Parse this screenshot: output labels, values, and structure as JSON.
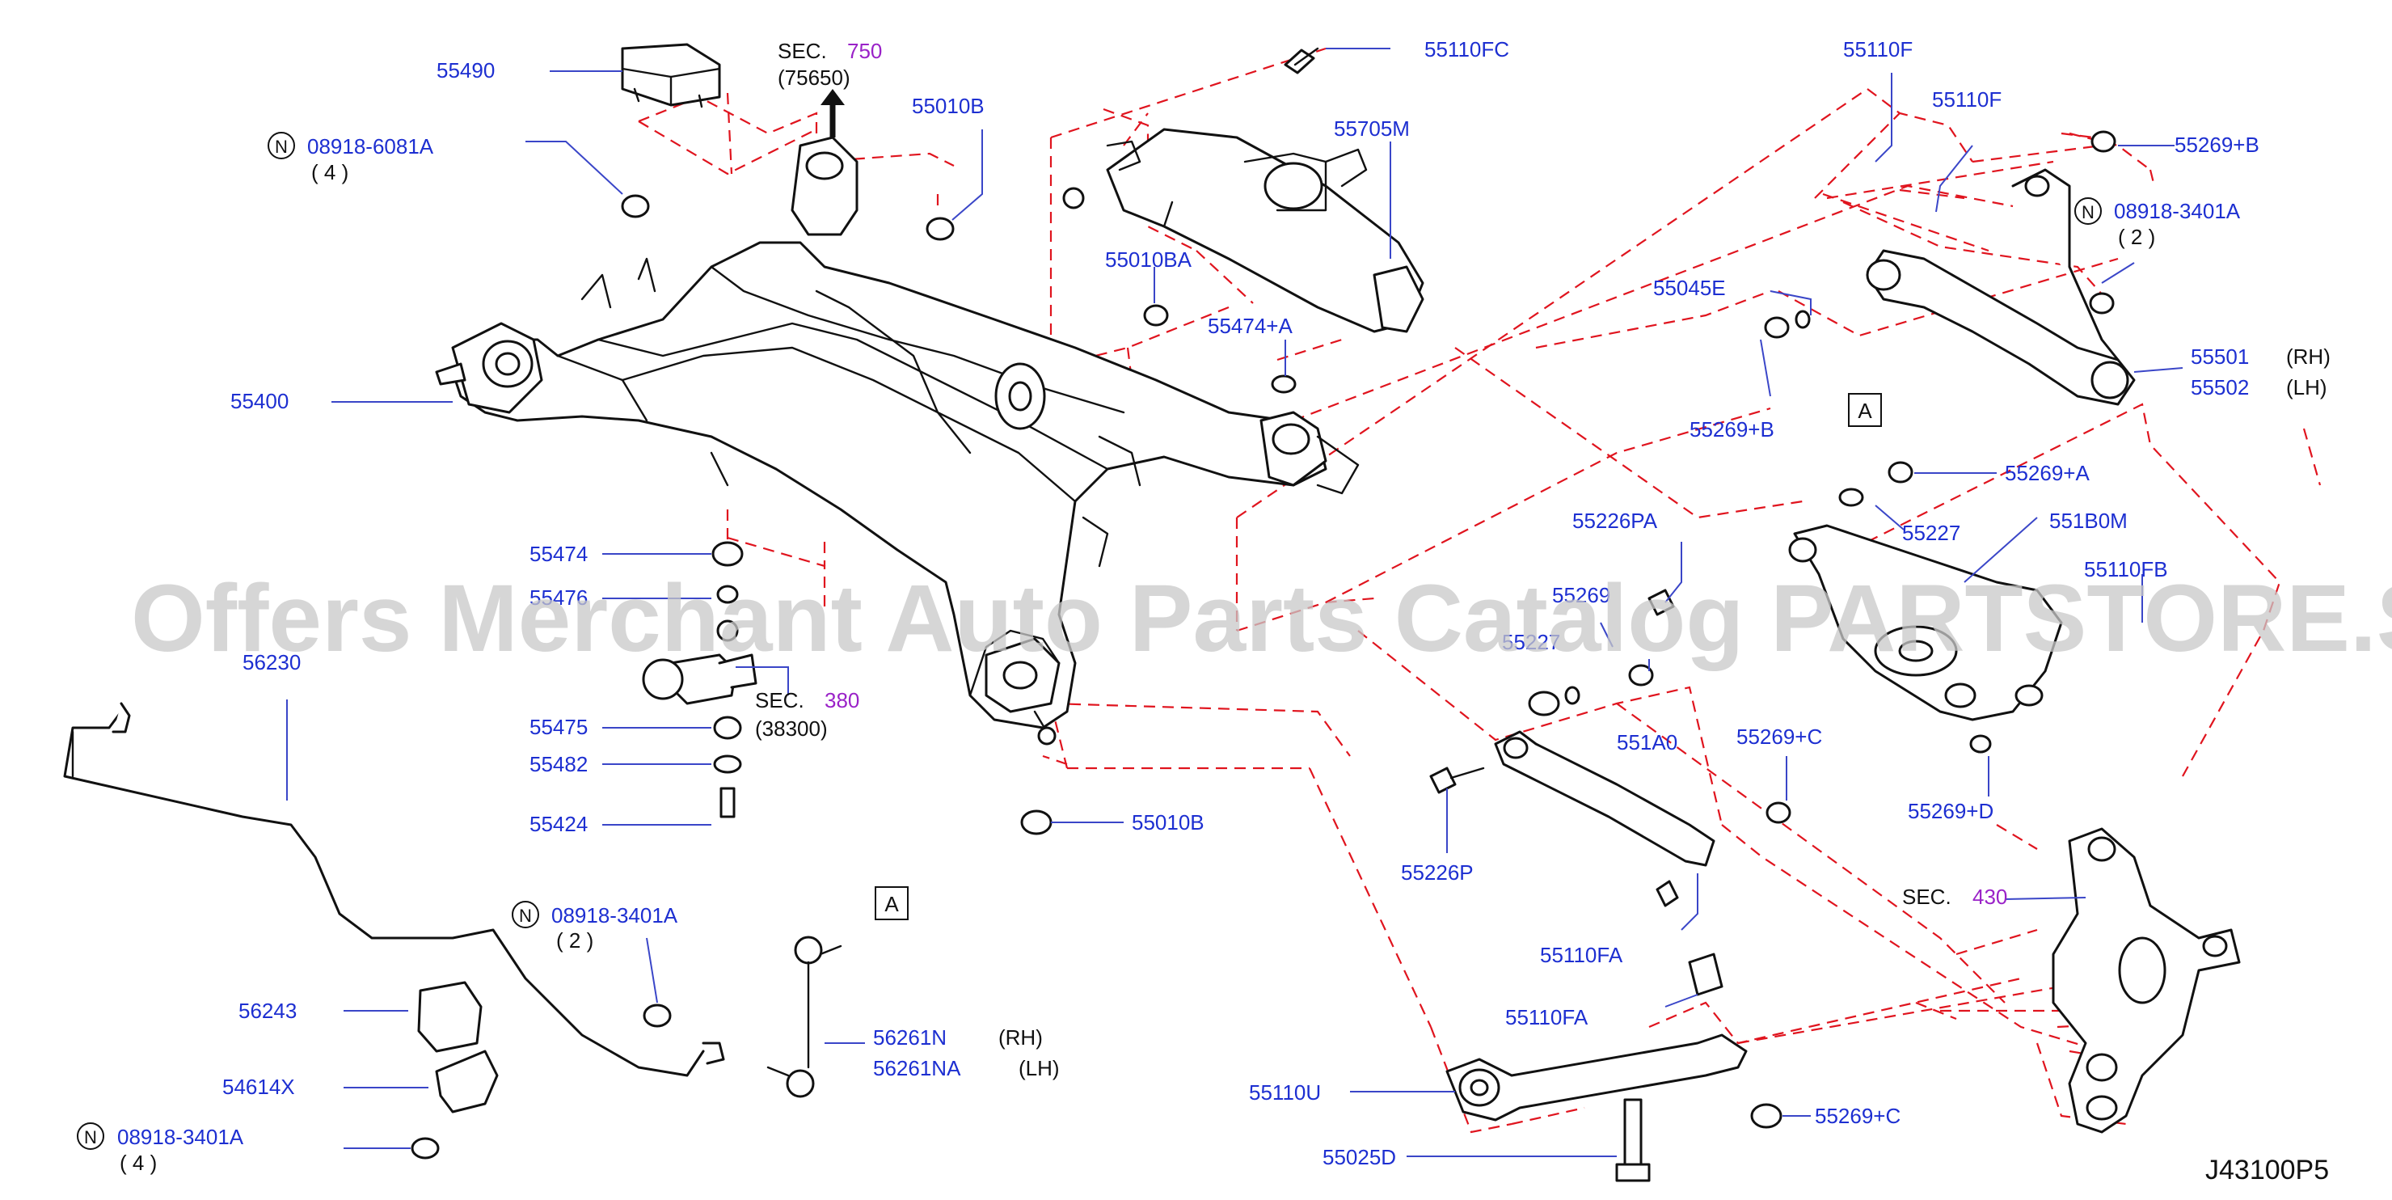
{
  "watermark": "Offers Merchant Auto Parts Catalog PARTSTORE.SA",
  "diagram_code": "J43100P5",
  "colors": {
    "part_number": "#1d2fd1",
    "section_number": "#9a22c8",
    "dashed_guide": "#e0141e",
    "outline": "#111111"
  },
  "sections": {
    "s750": {
      "prefix": "SEC.",
      "num": "750",
      "sub": "(75650)"
    },
    "s380": {
      "prefix": "SEC.",
      "num": "380",
      "sub": "(38300)"
    },
    "s430": {
      "prefix": "SEC.",
      "num": "430"
    }
  },
  "ref_box_label": "A",
  "callouts": {
    "p55490": "55490",
    "n08918_6081A": "08918-6081A",
    "n08918_6081A_qty": "( 4 )",
    "p55010B_top": "55010B",
    "p55110FC": "55110FC",
    "p55705M": "55705M",
    "p55010BA": "55010BA",
    "p55474A": "55474+A",
    "p55400": "55400",
    "p55474": "55474",
    "p55476": "55476",
    "p55475": "55475",
    "p55482": "55482",
    "p55424": "55424",
    "p55010B_bot": "55010B",
    "p56230": "56230",
    "n08918_3401A_mid": "08918-3401A",
    "n08918_3401A_mid_qty": "( 2 )",
    "p56243": "56243",
    "p54614X": "54614X",
    "n08918_3401A_bot": "08918-3401A",
    "n08918_3401A_bot_qty": "( 4 )",
    "p56261N": "56261N",
    "p56261N_side": "(RH)",
    "p56261NA": "56261NA",
    "p56261NA_side": "(LH)",
    "p55110F_a": "55110F",
    "p55110F_b": "55110F",
    "p55269B_top": "55269+B",
    "n08918_3401A_top": "08918-3401A",
    "n08918_3401A_top_qty": "( 2 )",
    "p55045E": "55045E",
    "p55501": "55501",
    "p55501_side": "(RH)",
    "p55502": "55502",
    "p55502_side": "(LH)",
    "p55269B_bot": "55269+B",
    "p55269A": "55269+A",
    "p55227": "55227",
    "p55226PA": "55226PA",
    "p551B0M": "551B0M",
    "p55269_mid": "55269",
    "p55227_mid": "55227",
    "p55110FB": "55110FB",
    "p551A0": "551A0",
    "p55269C_top": "55269+C",
    "p55226P": "55226P",
    "p55269D": "55269+D",
    "p55110FA_a": "55110FA",
    "p55110FA_b": "55110FA",
    "p55110U": "55110U",
    "p55269C_bot": "55269+C",
    "p55025D": "55025D",
    "n_symbol": "N"
  }
}
